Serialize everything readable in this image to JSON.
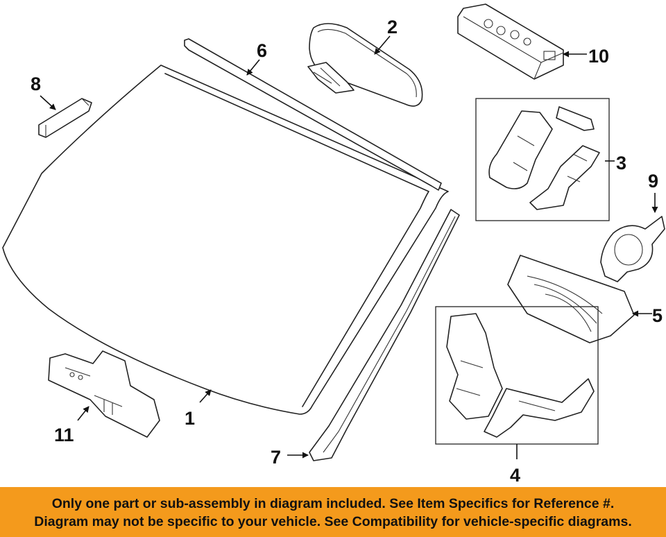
{
  "callouts": {
    "c1": "1",
    "c2": "2",
    "c3": "3",
    "c4": "4",
    "c5": "5",
    "c6": "6",
    "c7": "7",
    "c8": "8",
    "c9": "9",
    "c10": "10",
    "c11": "11"
  },
  "footer": {
    "line1": "Only one part or sub-assembly in diagram included. See Item Specifics for Reference #.",
    "line2": "Diagram may not be specific to your vehicle. See Compatibility for vehicle-specific diagrams."
  },
  "colors": {
    "banner": "#f49a1c",
    "line": "#222222"
  }
}
